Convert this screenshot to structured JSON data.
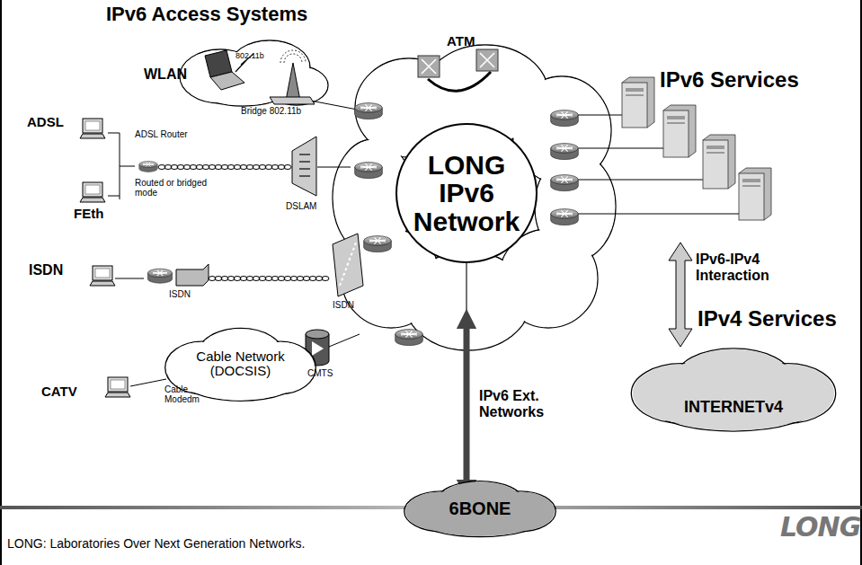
{
  "diagram": {
    "title": "IPv6 Access Systems",
    "caption": "LONG: Laboratories Over Next Generation Networks.",
    "nodes": [
      {
        "text": [
          "LONG IPv6 Network"
        ]
      },
      {
        "text": [
          "Cable Network (DOCSIS)"
        ]
      },
      {
        "text": [
          "6BONE"
        ]
      },
      {
        "text": [
          "INTERNETv4"
        ]
      }
    ],
    "edges": [
      {
        "from": 0,
        "to": 2,
        "arrow": "both",
        "label": "IPv6 Ext. Networks"
      }
    ],
    "labels": [
      "ATM",
      "WLAN",
      "802.11b",
      "Bridge 802.11b",
      "ADSL",
      "ADSL Router",
      "Routed or bridged mode",
      "DSLAM",
      "FEth",
      "ISDN",
      "ISDN",
      "ISDN",
      "CATV",
      "Cable Modedm",
      "CMTS",
      "IPv6 Services",
      "IPv6-IPv4 Interaction",
      "IPv4 Services",
      "LONG"
    ]
  }
}
